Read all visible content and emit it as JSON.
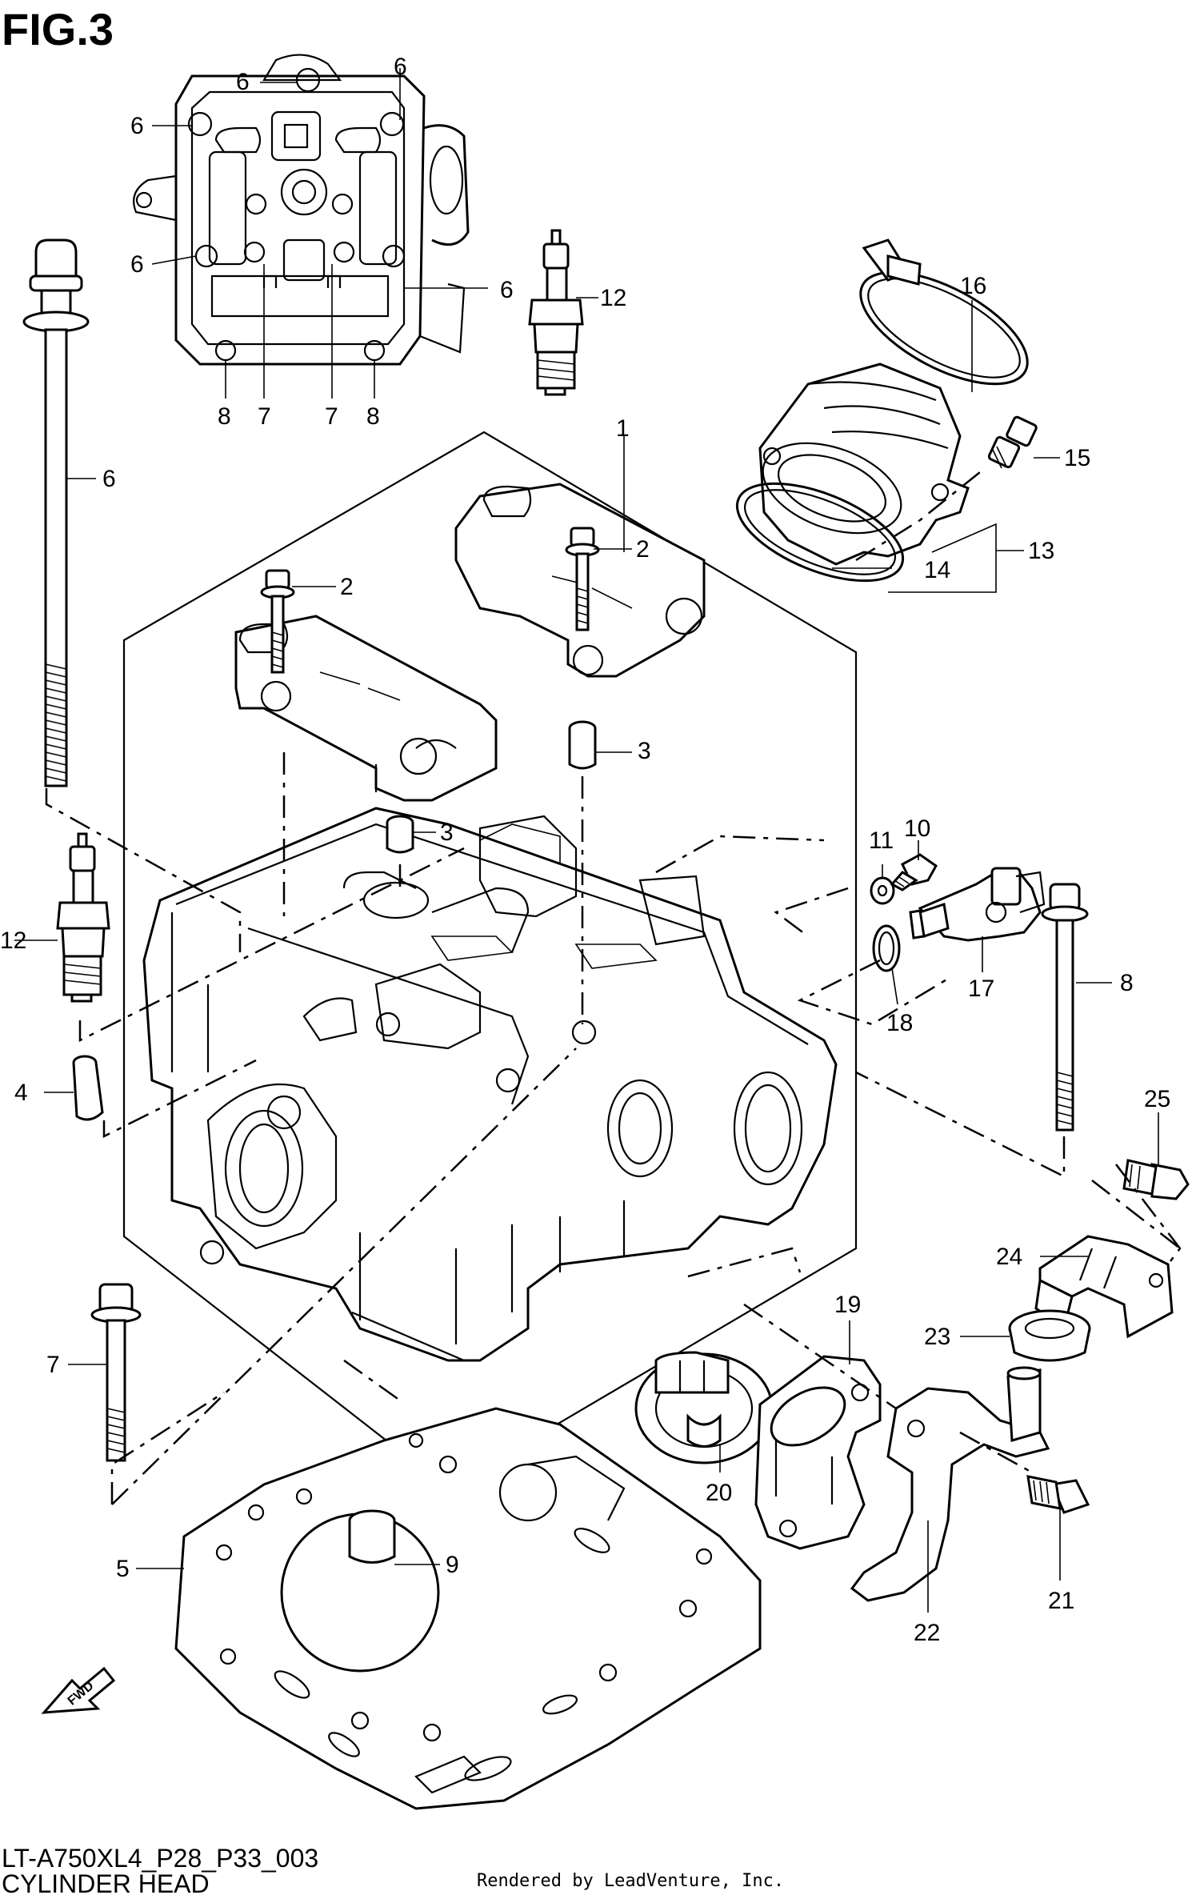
{
  "figure": {
    "title": "FIG.3",
    "model_code": "LT-A750XL4_P28_P33_003",
    "name": "CYLINDER HEAD",
    "credit": "Rendered by LeadVenture, Inc."
  },
  "callouts": {
    "c1": "1",
    "c2a": "2",
    "c2b": "2",
    "c3a": "3",
    "c3b": "3",
    "c4": "4",
    "c5": "5",
    "c6a": "6",
    "c6b": "6",
    "c6c": "6",
    "c6d": "6",
    "c6e": "6",
    "c6f": "6",
    "c7a": "7",
    "c7b": "7",
    "c7c": "7",
    "c8a": "8",
    "c8b": "8",
    "c8c": "8",
    "c9": "9",
    "c10": "10",
    "c11": "11",
    "c12a": "12",
    "c12b": "12",
    "c13": "13",
    "c14": "14",
    "c15": "15",
    "c16": "16",
    "c17": "17",
    "c18": "18",
    "c19": "19",
    "c20": "20",
    "c21": "21",
    "c22": "22",
    "c23": "23",
    "c24": "24",
    "c25": "25"
  }
}
